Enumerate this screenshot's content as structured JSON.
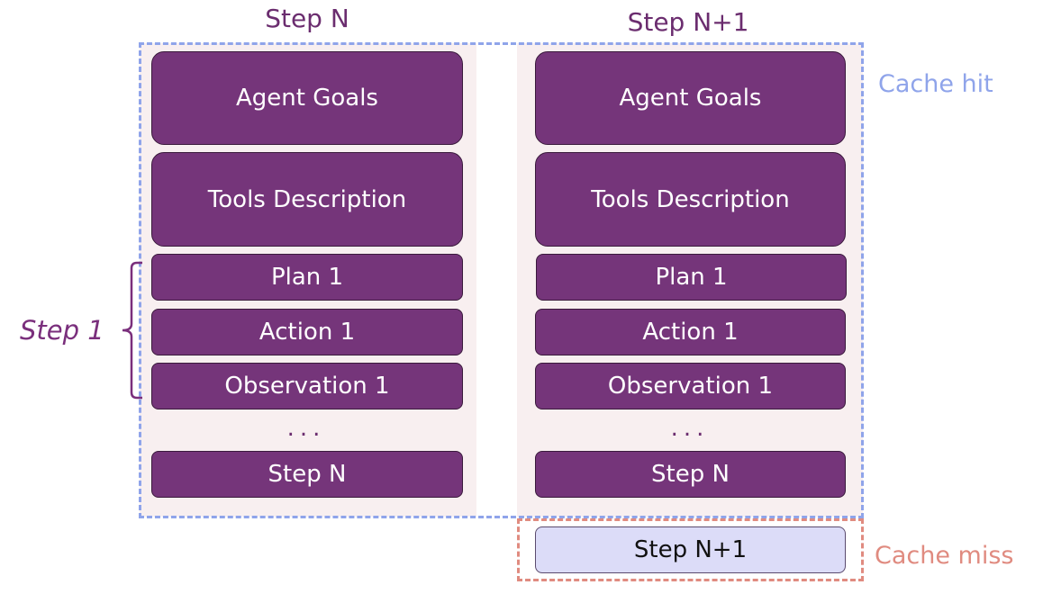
{
  "columns": [
    {
      "title": "Step N",
      "blocks": [
        "Agent Goals",
        "Tools Description",
        "Plan 1",
        "Action 1",
        "Observation 1"
      ],
      "ellipsis": "...",
      "last_block": "Step N"
    },
    {
      "title": "Step N+1",
      "blocks": [
        "Agent Goals",
        "Tools Description",
        "Plan 1",
        "Action 1",
        "Observation 1"
      ],
      "ellipsis": "...",
      "last_block": "Step N",
      "new_block": "Step N+1"
    }
  ],
  "labels": {
    "cache_hit": "Cache hit",
    "cache_miss": "Cache miss",
    "step1": "Step 1"
  },
  "colors": {
    "block": "#75357a",
    "column_background": "#f8eff0",
    "cache_hit": "#8fa4ea",
    "cache_miss": "#e08b80",
    "new_block": "#dcdcf8"
  }
}
